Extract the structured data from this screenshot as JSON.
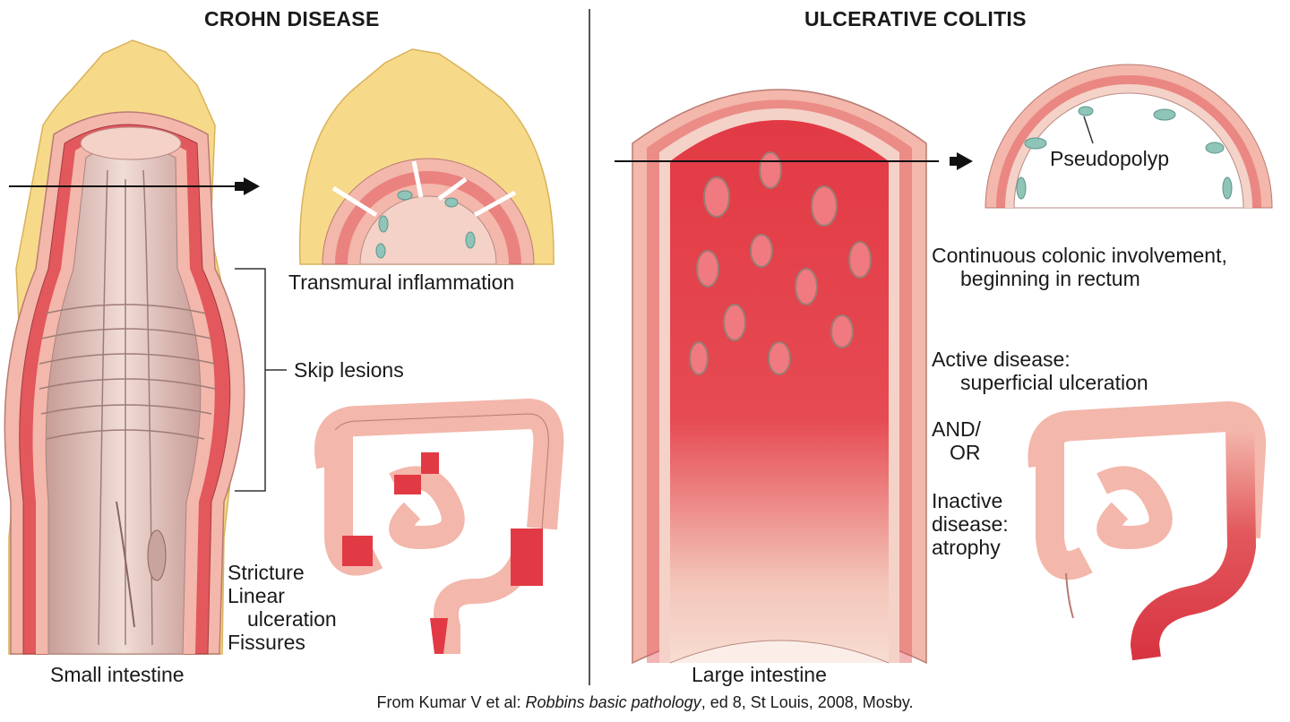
{
  "crohn": {
    "title": "CROHN DISEASE",
    "cross_section_label": "Transmural inflammation",
    "skip_label": "Skip lesions",
    "features": [
      "Stricture",
      "Linear",
      "ulceration",
      "Fissures"
    ],
    "region_label": "Small intestine"
  },
  "uc": {
    "title": "ULCERATIVE COLITIS",
    "pseudopolyp_label": "Pseudopolyp",
    "involvement": [
      "Continuous colonic involvement,",
      "beginning in rectum"
    ],
    "active": [
      "Active disease:",
      "superficial ulceration"
    ],
    "andor": [
      "AND/",
      "OR"
    ],
    "inactive": [
      "Inactive",
      "disease:",
      "atrophy"
    ],
    "region_label": "Large intestine"
  },
  "citation": {
    "prefix": "From Kumar V et al: ",
    "book": "Robbins basic pathology",
    "suffix": ", ed 8, St Louis, 2008, Mosby."
  },
  "colors": {
    "fat": "#f7d98a",
    "serosa": "#f3b7ab",
    "muscle": "#e2585c",
    "mucosa": "#f4d2c8",
    "lumen": "#ddb8b0",
    "inflamed": "#e23a45",
    "granulation": "#8fc4b8"
  }
}
